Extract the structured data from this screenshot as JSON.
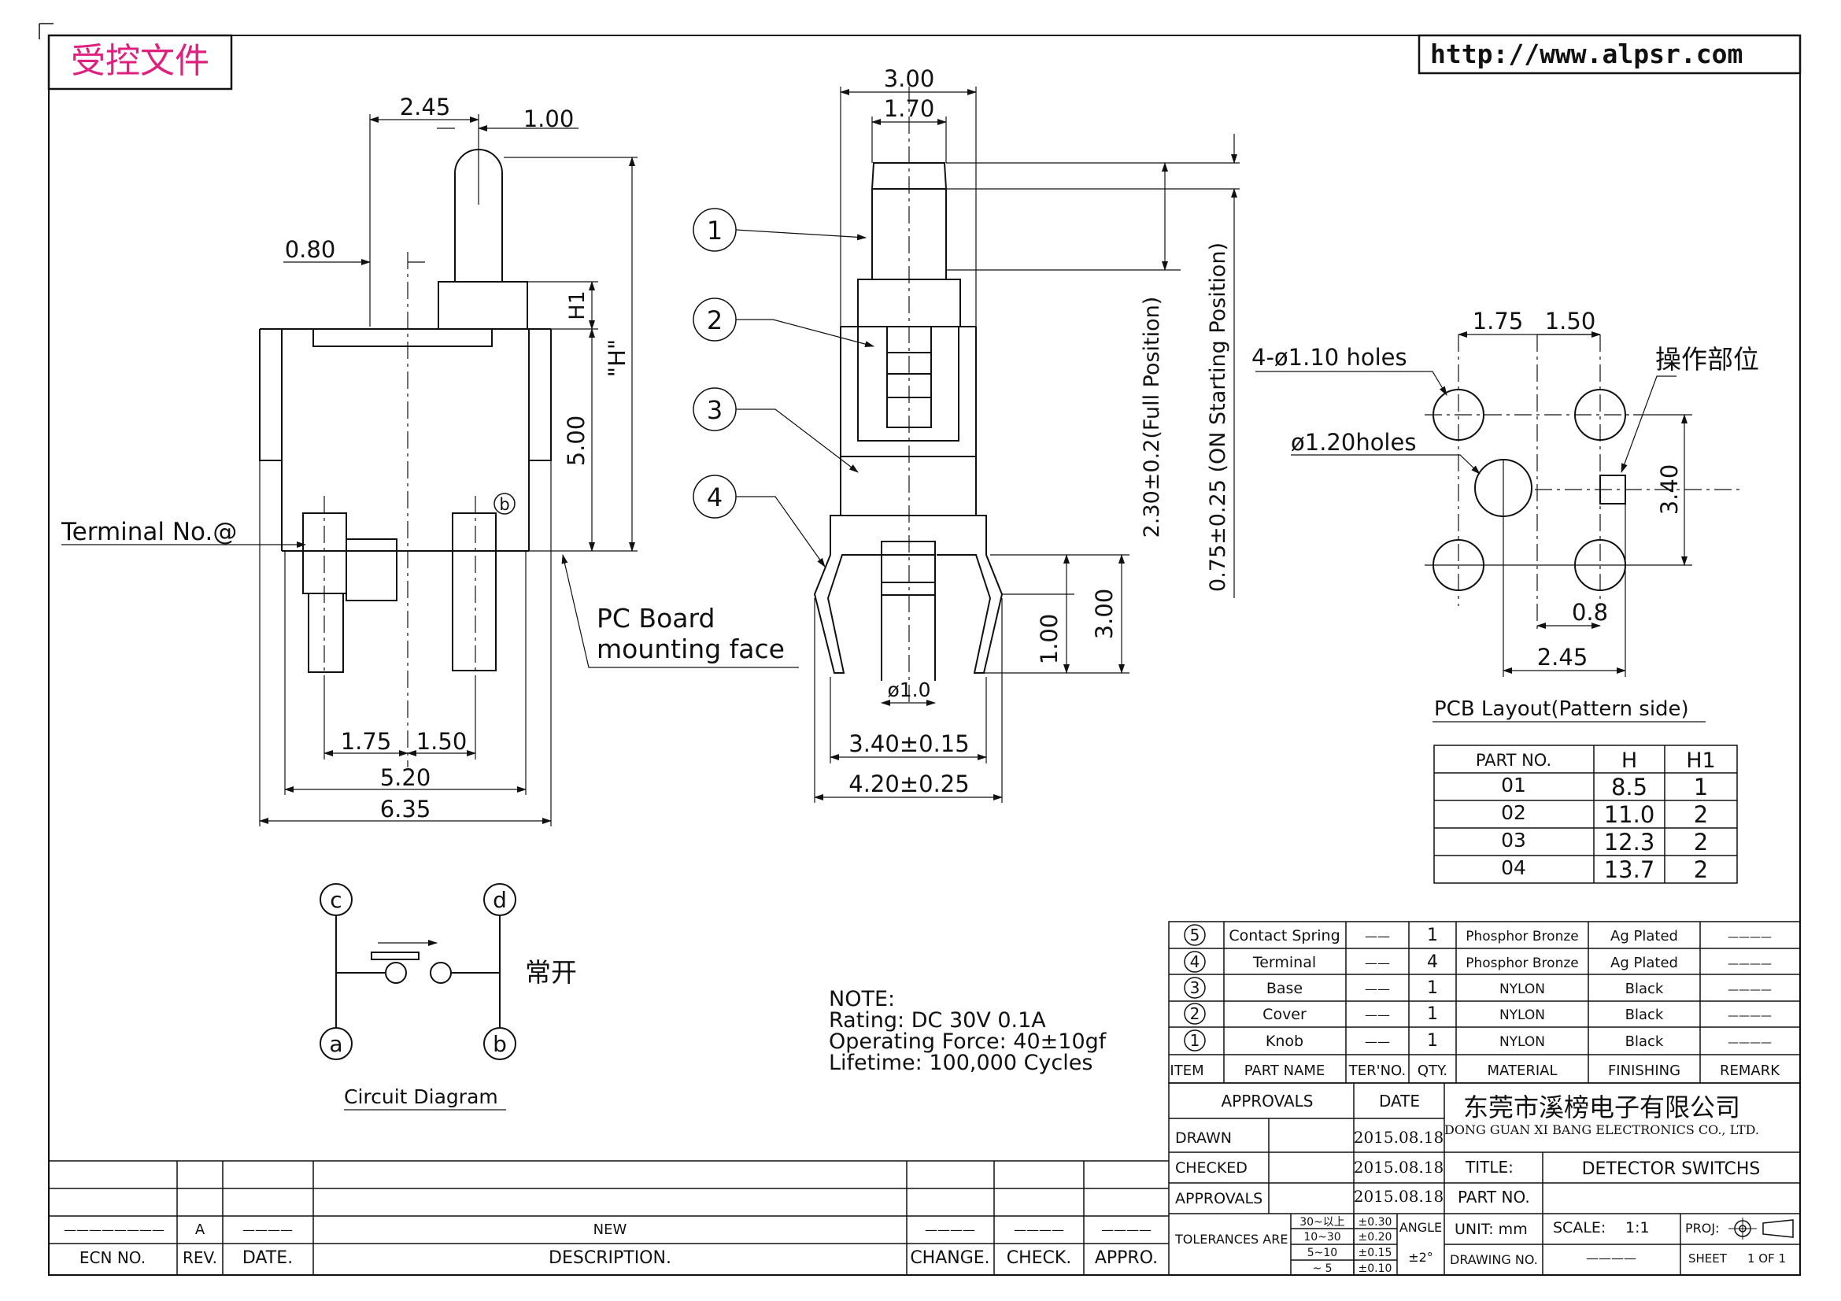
{
  "header": {
    "controlled_doc": "受控文件",
    "url": "http://www.alpsr.com"
  },
  "side_view": {
    "dims": {
      "d245": "2.45",
      "d100": "1.00",
      "d080": "0.80",
      "h1": "H1",
      "h": "\"H\"",
      "d500": "5.00",
      "d175": "1.75",
      "d150": "1.50",
      "d520": "5.20",
      "d635": "6.35"
    },
    "terminal_label": "Terminal No.@",
    "terminal_b": "b",
    "pcb_face_line1": "PC Board",
    "pcb_face_line2": "mounting face"
  },
  "section_view": {
    "dims": {
      "d300": "3.00",
      "d170": "1.70",
      "full_pos": "2.30±0.2(Full Position)",
      "on_pos": "0.75±0.25 (ON Starting Position)",
      "d100": "1.00",
      "d300b": "3.00",
      "phi10": "ø1.0",
      "d340": "3.40±0.15",
      "d420": "4.20±0.25"
    },
    "callouts": [
      "1",
      "2",
      "3",
      "4"
    ]
  },
  "pcb_layout": {
    "d175": "1.75",
    "d150": "1.50",
    "holes4": "4-ø1.10 holes",
    "holes1": "ø1.20holes",
    "operating_part": "操作部位",
    "d340": "3.40",
    "d08": "0.8",
    "d245": "2.45",
    "caption": "PCB Layout(Pattern side)"
  },
  "h_table": {
    "headers": [
      "PART NO.",
      "H",
      "H1"
    ],
    "rows": [
      [
        "01",
        "8.5",
        "1"
      ],
      [
        "02",
        "11.0",
        "2"
      ],
      [
        "03",
        "12.3",
        "2"
      ],
      [
        "04",
        "13.7",
        "2"
      ]
    ]
  },
  "circuit": {
    "nodes": [
      "c",
      "d",
      "a",
      "b"
    ],
    "normally_open": "常开",
    "caption": "Circuit Diagram"
  },
  "note": {
    "title": "NOTE:",
    "rating": "Rating: DC 30V 0.1A",
    "force": "Operating Force: 40±10gf",
    "lifetime": "Lifetime: 100,000 Cycles"
  },
  "bom": {
    "rows": [
      {
        "item": "5",
        "name": "Contact Spring",
        "ter": "——",
        "qty": "1",
        "material": "Phosphor Bronze",
        "finish": "Ag Plated",
        "remark": "————"
      },
      {
        "item": "4",
        "name": "Terminal",
        "ter": "——",
        "qty": "4",
        "material": "Phosphor Bronze",
        "finish": "Ag Plated",
        "remark": "————"
      },
      {
        "item": "3",
        "name": "Base",
        "ter": "——",
        "qty": "1",
        "material": "NYLON",
        "finish": "Black",
        "remark": "————"
      },
      {
        "item": "2",
        "name": "Cover",
        "ter": "——",
        "qty": "1",
        "material": "NYLON",
        "finish": "Black",
        "remark": "————"
      },
      {
        "item": "1",
        "name": "Knob",
        "ter": "——",
        "qty": "1",
        "material": "NYLON",
        "finish": "Black",
        "remark": "————"
      }
    ],
    "headers": [
      "ITEM",
      "PART NAME",
      "TER'NO.",
      "QTY.",
      "MATERIAL",
      "FINISHING",
      "REMARK"
    ]
  },
  "title_block": {
    "approvals": "APPROVALS",
    "date": "DATE",
    "company_cn": "东莞市溪榜电子有限公司",
    "company_en": "DONG GUAN XI BANG ELECTRONICS CO., LTD.",
    "drawn": "DRAWN",
    "drawn_date": "2015.08.18",
    "checked": "CHECKED",
    "checked_date": "2015.08.18",
    "approvals2": "APPROVALS",
    "approvals_date": "2015.08.18",
    "title_label": "TITLE:",
    "title": "DETECTOR SWITCHS",
    "part_no": "PART NO.",
    "tol_label": "TOLERANCES ARE",
    "tol_ranges": [
      "30~以上",
      "10~30",
      "5~10",
      "~ 5"
    ],
    "tol_values": [
      "±0.30",
      "±0.20",
      "±0.15",
      "±0.10"
    ],
    "angle": "ANGLE",
    "angle_val": "±2°",
    "unit": "UNIT: mm",
    "scale": "SCALE:",
    "scale_val": "1:1",
    "proj": "PROJ:",
    "drawing_no": "DRAWING NO.",
    "drawing_no_val": "————",
    "sheet": "SHEET",
    "sheet_val": "1 OF 1"
  },
  "revision_block": {
    "rev_val": "A",
    "date_dash": "————",
    "desc_val": "NEW",
    "ecn_dash": "————————",
    "headers": [
      "ECN NO.",
      "REV.",
      "DATE.",
      "DESCRIPTION.",
      "CHANGE.",
      "CHECK.",
      "APPRO."
    ]
  }
}
